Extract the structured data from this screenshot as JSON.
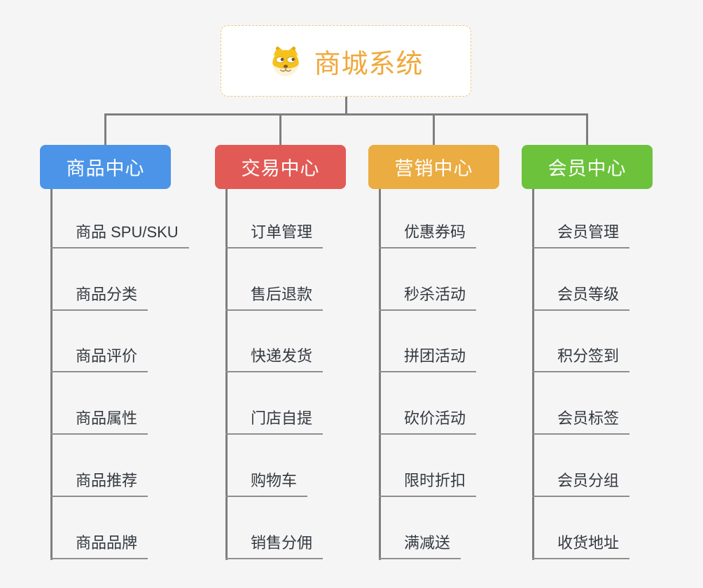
{
  "root": {
    "title": "商城系统",
    "icon": "dog-face-icon"
  },
  "theme": {
    "background": "#f5f5f6",
    "connector_color": "#7e7e7e",
    "root_title_color": "#f0a83b",
    "root_border_color": "#f2c578",
    "leaf_text_color": "#34393e",
    "leaf_line_color": "#8e8e8e"
  },
  "branches": [
    {
      "label": "商品中心",
      "color": "#4b94e8",
      "children": [
        "商品 SPU/SKU",
        "商品分类",
        "商品评价",
        "商品属性",
        "商品推荐",
        "商品品牌"
      ]
    },
    {
      "label": "交易中心",
      "color": "#e25a55",
      "children": [
        "订单管理",
        "售后退款",
        "快递发货",
        "门店自提",
        "购物车",
        "销售分佣"
      ]
    },
    {
      "label": "营销中心",
      "color": "#ebac42",
      "children": [
        "优惠券码",
        "秒杀活动",
        "拼团活动",
        "砍价活动",
        "限时折扣",
        "满减送"
      ]
    },
    {
      "label": "会员中心",
      "color": "#6cc23b",
      "children": [
        "会员管理",
        "会员等级",
        "积分签到",
        "会员标签",
        "会员分组",
        "收货地址"
      ]
    }
  ]
}
